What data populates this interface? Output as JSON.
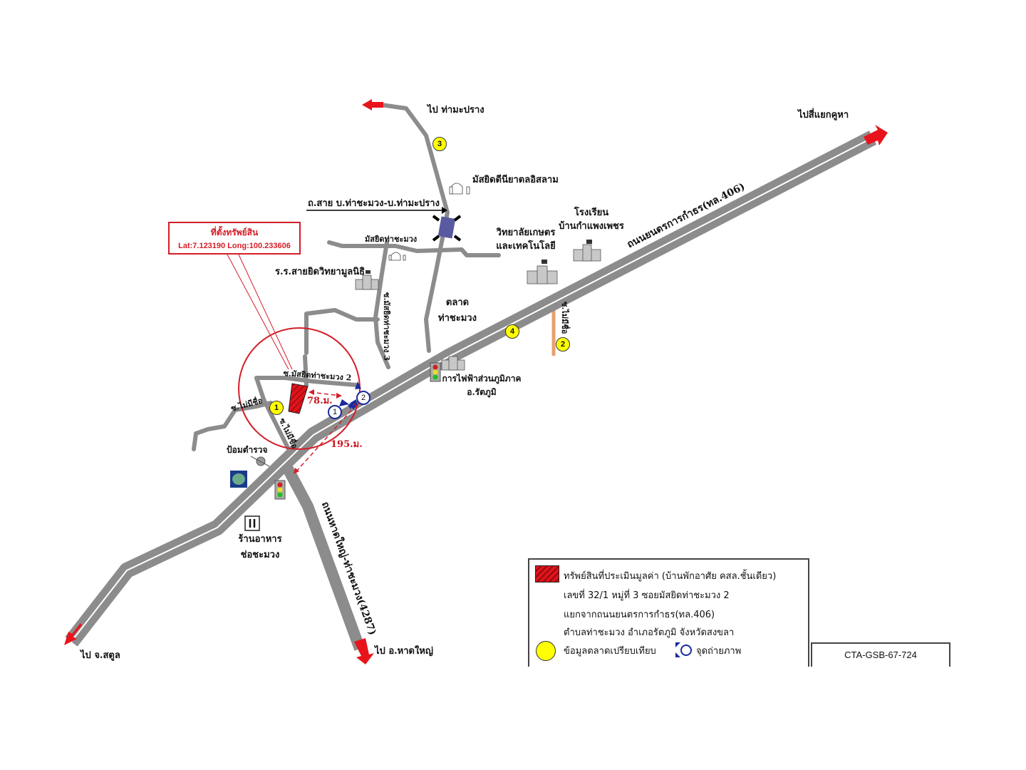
{
  "colors": {
    "road": "#8c8c8c",
    "road_center": "#ffffff",
    "arrow": "#e8141c",
    "marker_yellow": "#ffff00",
    "photo_blue": "#1a2a9c",
    "property_red": "#e0131b",
    "soi_orange": "#e8a070",
    "circle_red": "#d41e28"
  },
  "callout": {
    "title": "ที่ตั้งทรัพย์สิน",
    "coords": "Lat:7.123190  Long:100.233606"
  },
  "directions": {
    "to_tha_maprang": "ไป ท่ามะปราง",
    "to_khuha": "ไปสี่แยกคูหา",
    "to_satun": "ไป จ.สตูล",
    "to_hat_yai": "ไป อ.หาดใหญ่"
  },
  "roads": {
    "highway_406": "ถนนยนตรการกำธร(ทล.406)",
    "road_4287": "ถนนหาดใหญ่-ท่าชะมวง(4287)",
    "road_tha_maprang": "ถ.สาย บ.ท่าชะมวง-บ.ท่ามะปราง",
    "soi_2": "ซ.มัสยิดท่าชะมวง 2",
    "soi_3": "ซ.มัสยิดท่าชะมวง 3",
    "soi_unnamed_a": "ซ.ไม่มีชื่อ",
    "soi_unnamed_b": "ซ.ไม่มีชื่อ",
    "soi_unnamed_c": "ซ.ไม่มีชื่อ"
  },
  "landmarks": {
    "mosque_darul": "มัสยิดดีนียาตลอิสลาม",
    "mosque_tha_chamuang": "มัสยิดท่าชะมวง",
    "school_sai_yid": "ร.ร.สายยิดวิทยามูลนิธิ",
    "college_l1": "วิทยาลัยเกษตร",
    "college_l2": "และเทคโนโลยี",
    "school_kamphaeng_l1": "โรงเรียน",
    "school_kamphaeng_l2": "บ้านกำแพงเพชร",
    "market_l1": "ตลาด",
    "market_l2": "ท่าชะมวง",
    "pea_l1": "การไฟฟ้าส่วนภูมิภาค",
    "pea_l2": "อ.รัตภูมิ",
    "police": "ป้อมตำรวจ",
    "restaurant_l1": "ร้านอาหาร",
    "restaurant_l2": "ช่อชะมวง"
  },
  "distances": {
    "d1": "78.ม.",
    "d2": "195.ม."
  },
  "market_markers": [
    "1",
    "2",
    "3",
    "4"
  ],
  "photo_points": [
    "1",
    "2"
  ],
  "legend": {
    "property": "ทรัพย์สินที่ประเมินมูลค่า (บ้านพักอาศัย คสล.ชั้นเดียว)",
    "address_l1": "เลขที่ 32/1 หมู่ที่ 3 ซอยมัสยิดท่าชะมวง 2",
    "address_l2": "แยกจากถนนยนตรการกำธร(ทล.406)",
    "address_l3": "ตำบลท่าชะมวง อำเภอรัตภูมิ จังหวัดสงขลา",
    "market_data": "ข้อมูลตลาดเปรียบเทียบ",
    "photo_point": "จุดถ่ายภาพ"
  },
  "reference_code": "CTA-GSB-67-724"
}
